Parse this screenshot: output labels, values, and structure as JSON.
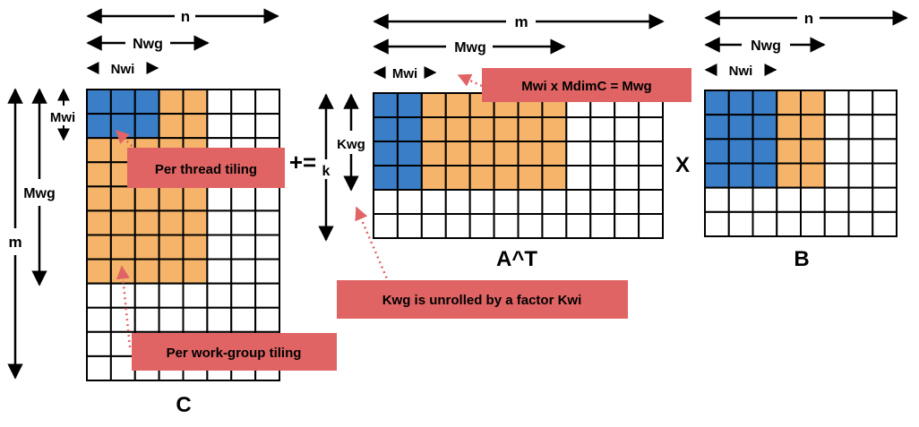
{
  "colors": {
    "blue": "#3a7ec8",
    "orange": "#f5b46a",
    "empty": "#ffffff",
    "grid": "#000000",
    "note": "#e06464",
    "note_arrow": "#e06464"
  },
  "matrices": {
    "C": {
      "title": "C",
      "rows": 12,
      "cols": 8,
      "blue_rows": 2,
      "blue_cols": 3,
      "orange_rows": 8,
      "orange_cols": 5
    },
    "AT": {
      "title": "A^T",
      "rows": 6,
      "cols": 12,
      "blue_rows": 4,
      "blue_cols": 2,
      "orange_rows": 4,
      "orange_cols": 8
    },
    "B": {
      "title": "B",
      "rows": 6,
      "cols": 8,
      "blue_rows": 4,
      "blue_cols": 3,
      "orange_rows": 4,
      "orange_cols": 5
    }
  },
  "operators": {
    "plus_equals": "+=",
    "times": "X"
  },
  "dimensions": {
    "c_n": "n",
    "c_nwg": "Nwg",
    "c_nwi": "Nwi",
    "c_m": "m",
    "c_mwg": "Mwg",
    "c_mwi": "Mwi",
    "a_m": "m",
    "a_mwg": "Mwg",
    "a_mwi": "Mwi",
    "a_kwg": "Kwg",
    "a_k": "k",
    "b_n": "n",
    "b_nwg": "Nwg",
    "b_nwi": "Nwi"
  },
  "notes": {
    "per_thread": "Per thread tiling",
    "per_workgroup": "Per work-group tiling",
    "mwi_mdimc": "Mwi x MdimC = Mwg",
    "kwg_unrolled": "Kwg is unrolled by a factor Kwi"
  }
}
